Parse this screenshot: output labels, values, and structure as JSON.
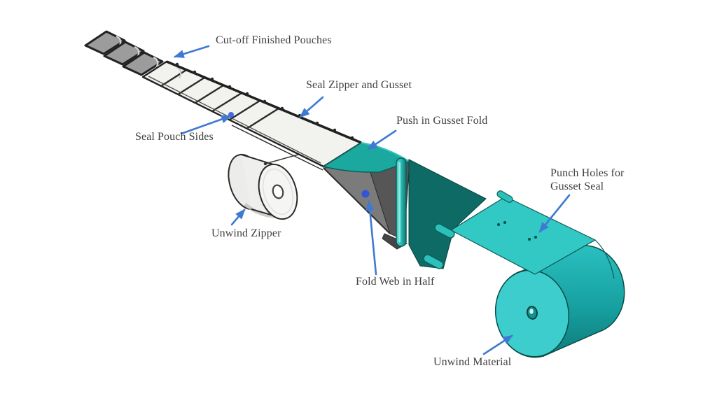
{
  "diagram": {
    "type": "process-diagram",
    "subject": "Gusseted zipper pouch forming machine - process steps",
    "background_color": "#ffffff",
    "annotation_text_color": "#3f3f3f",
    "arrow_color": "#3f7ad2",
    "marker_dot_color": "#2a50e0",
    "machine_colors": {
      "web_white": "#f2f2ef",
      "pouch_gray": "#9c9c9c",
      "plow_gray_light": "#7b7b7b",
      "plow_gray_dark": "#565656",
      "teal_light": "#32c8c4",
      "teal_mid": "#2cc0ba",
      "teal_nose": "#1ba89f",
      "teal_dark": "#0e6a64",
      "roll_face_teal": "#3ecdcd",
      "zipper_roll_white": "#f5f5f3",
      "outline_dark": "#232323"
    },
    "labels": [
      {
        "id": "cut-off-finished-pouches",
        "text": "Cut-off Finished Pouches"
      },
      {
        "id": "seal-zipper-and-gusset",
        "text": "Seal Zipper and Gusset"
      },
      {
        "id": "seal-pouch-sides",
        "text": "Seal Pouch Sides"
      },
      {
        "id": "push-in-gusset-fold",
        "text": "Push in Gusset Fold"
      },
      {
        "id": "punch-holes-line-1",
        "text": "Punch Holes for"
      },
      {
        "id": "punch-holes-line-2",
        "text": "Gusset Seal"
      },
      {
        "id": "unwind-zipper",
        "text": "Unwind Zipper"
      },
      {
        "id": "fold-web-in-half",
        "text": "Fold Web in Half"
      },
      {
        "id": "unwind-material",
        "text": "Unwind Material"
      }
    ]
  }
}
